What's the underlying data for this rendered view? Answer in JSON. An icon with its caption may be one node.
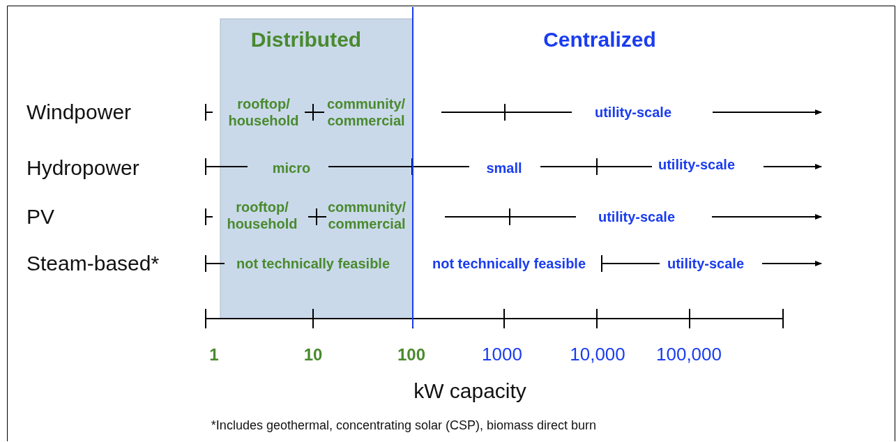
{
  "diagram": {
    "caption": "*Includes geothermal, concentrating solar (CSP), biomass direct burn",
    "labels": [
      "Distributed",
      "Centralized",
      "Windpower",
      "rooftop/ household",
      "community/ commercial",
      "utility-scale",
      "Hydropower",
      "micro",
      "small",
      "utility-scale",
      "PV",
      "rooftop/ household",
      "community/ commercial",
      "utility-scale",
      "Steam-based*",
      "not technically feasible",
      "not technically feasible",
      "utility-scale",
      "1",
      "10",
      "100",
      "1000",
      "10,000",
      "100,000",
      "kW capacity"
    ]
  }
}
